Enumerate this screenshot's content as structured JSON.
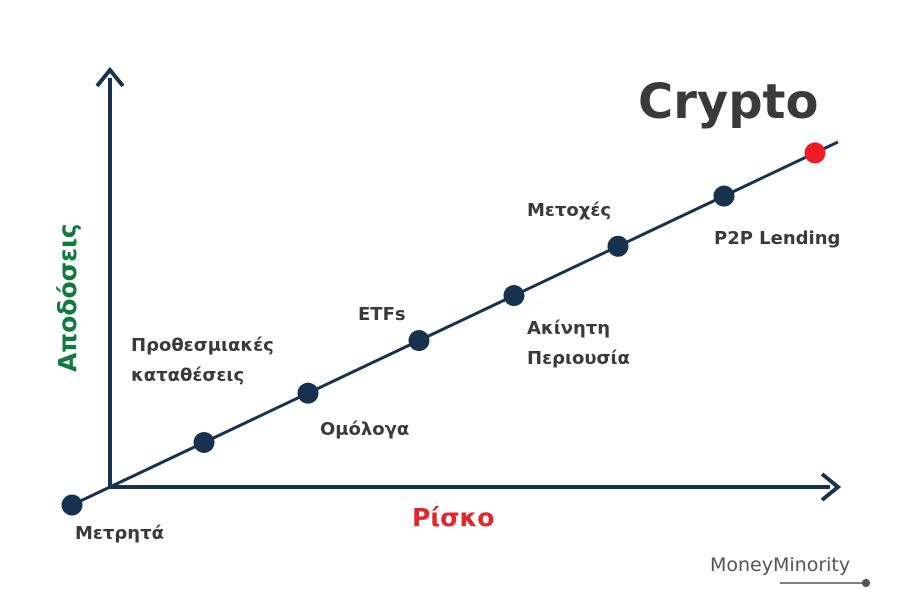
{
  "title": "Crypto",
  "axes": {
    "x_label": "Ρίσκο",
    "y_label": "Αποδόσεις",
    "x_color": "#e3262c",
    "y_color": "#117a3e",
    "line_color": "#16324f"
  },
  "assets": [
    {
      "lines": [
        "Μετρητά"
      ],
      "rank": 0
    },
    {
      "lines": [
        "Προθεσμιακές",
        "καταθέσεις"
      ],
      "rank": 1
    },
    {
      "lines": [
        "Ομόλογα"
      ],
      "rank": 2
    },
    {
      "lines": [
        "ETFs"
      ],
      "rank": 3
    },
    {
      "lines": [
        "Ακίνητη",
        "Περιουσία"
      ],
      "rank": 4
    },
    {
      "lines": [
        "Μετοχές"
      ],
      "rank": 5
    },
    {
      "lines": [
        "P2P Lending"
      ],
      "rank": 6
    },
    {
      "lines": [
        "Crypto"
      ],
      "rank": 7,
      "highlight_color": "#ee1c23"
    }
  ],
  "logo": "MoneyMinority"
}
